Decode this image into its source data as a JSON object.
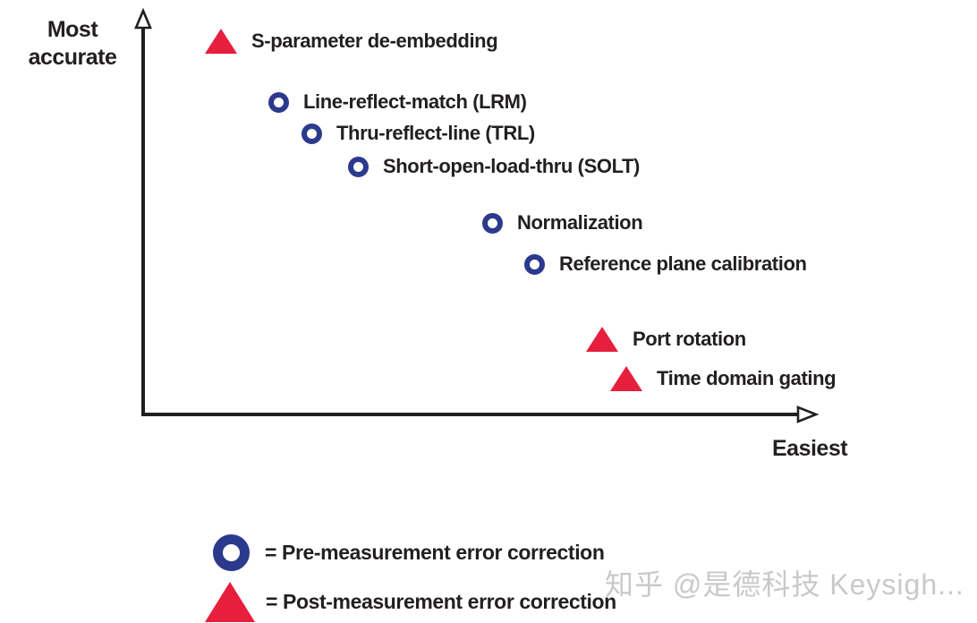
{
  "colors": {
    "marker_navy": "#2b3a8c",
    "marker_red": "#e61f3d",
    "axis_black": "#231f20",
    "watermark_grey": "#c9c9c9"
  },
  "axes": {
    "y_label_line1": "Most",
    "y_label_line2": "accurate",
    "x_label": "Easiest"
  },
  "legend": {
    "items": [
      {
        "marker": "circle",
        "label": "= Pre-measurement error correction"
      },
      {
        "marker": "triangle",
        "label": "= Post-measurement error correction"
      }
    ]
  },
  "watermark": {
    "text": "知乎 @是德科技 Keysigh..."
  },
  "chart_data": {
    "type": "scatter",
    "title": "",
    "xlabel": "Easiest",
    "ylabel": "Most accurate",
    "axis_numeric": false,
    "x_range_note": "qualitative axis: 0 = hardest (left), 1 = easiest (right)",
    "y_range_note": "qualitative axis: 0 = least accurate (bottom), 1 = most accurate (top)",
    "grid": false,
    "legend_position": "bottom-left",
    "series": [
      {
        "name": "Pre-measurement error correction",
        "marker": "circle",
        "color": "#2b3a8c",
        "points": [
          {
            "label": "Line-reflect-match (LRM)",
            "x": 0.2,
            "y": 0.78
          },
          {
            "label": "Thru-reflect-line (TRL)",
            "x": 0.25,
            "y": 0.71
          },
          {
            "label": "Short-open-load-thru (SOLT)",
            "x": 0.32,
            "y": 0.62
          },
          {
            "label": "Normalization",
            "x": 0.52,
            "y": 0.48
          },
          {
            "label": "Reference plane calibration",
            "x": 0.58,
            "y": 0.38
          }
        ]
      },
      {
        "name": "Post-measurement error correction",
        "marker": "triangle",
        "color": "#e61f3d",
        "points": [
          {
            "label": "S-parameter de-embedding",
            "x": 0.12,
            "y": 0.94
          },
          {
            "label": "Port rotation",
            "x": 0.68,
            "y": 0.19
          },
          {
            "label": "Time domain gating",
            "x": 0.72,
            "y": 0.09
          }
        ]
      }
    ]
  }
}
